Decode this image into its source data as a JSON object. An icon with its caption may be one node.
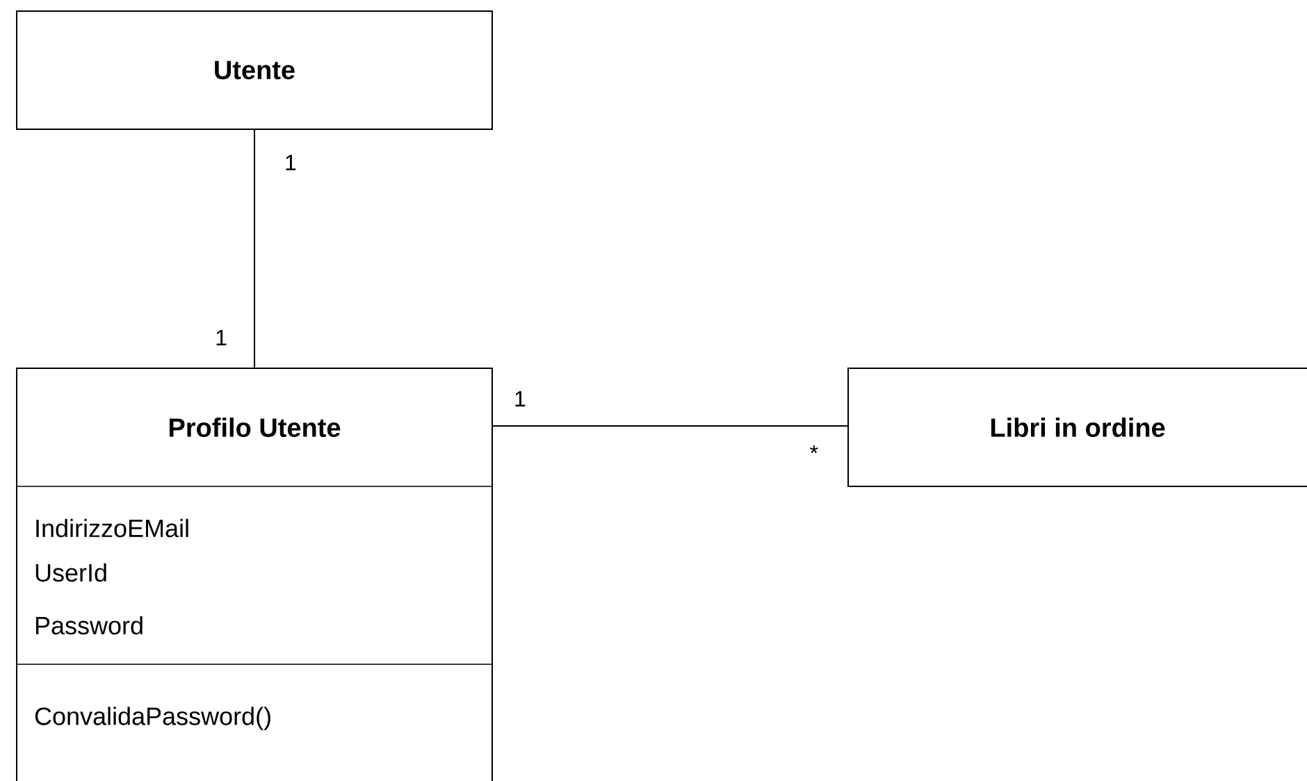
{
  "diagram": {
    "nodes": [
      {
        "text": [
          "Utente"
        ]
      },
      {
        "text": [
          "Profilo Utente",
          "IndirizzoEMail",
          "UserId",
          "Password",
          "ConvalidaPassword()"
        ]
      },
      {
        "text": [
          "Libri in ordine"
        ]
      }
    ],
    "edges": [
      {
        "from": 0,
        "to": 1,
        "arrow": "none"
      },
      {
        "from": 1,
        "to": 2,
        "arrow": "none"
      }
    ],
    "labels": [
      "1",
      "1",
      "1",
      "*"
    ]
  }
}
